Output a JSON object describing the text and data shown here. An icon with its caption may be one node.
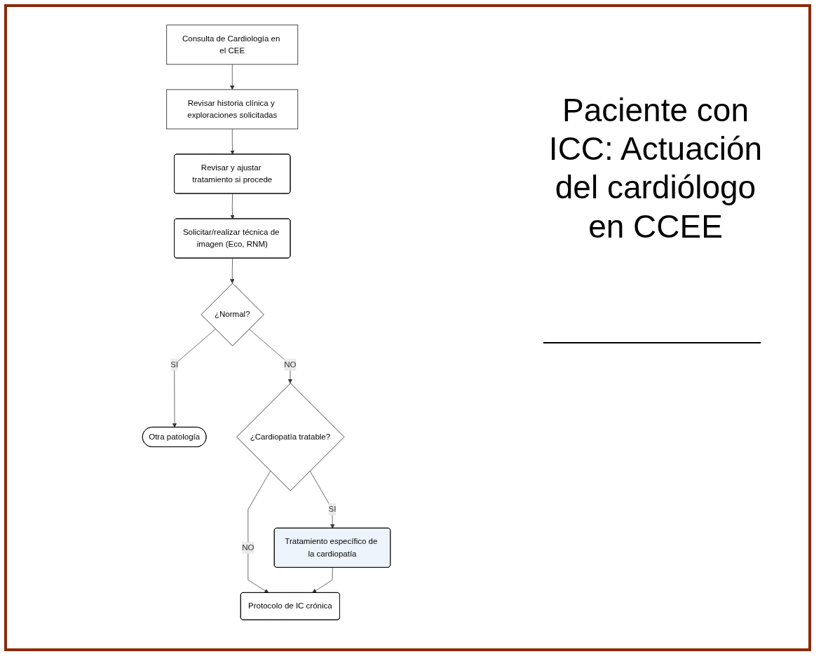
{
  "diagram": {
    "title": "Paciente con ICC: Actuación del cardiólogo en CCEE",
    "nodes": [
      {
        "text": [
          "Consulta de Cardiología en el CEE"
        ]
      },
      {
        "text": [
          "Revisar historia clínica y exploraciones solicitadas"
        ]
      },
      {
        "text": [
          "Revisar y ajustar tratamiento si procede"
        ]
      },
      {
        "text": [
          "Solicitar/realizar técnica de imagen (Eco, RNM)"
        ]
      },
      {
        "text": [
          "¿Normal?"
        ]
      },
      {
        "text": [
          "Otra patología"
        ]
      },
      {
        "text": [
          "¿Cardiopatía tratable?"
        ]
      },
      {
        "text": [
          "Protocolo de IC crónica"
        ]
      },
      {
        "text": [
          "Tratamiento específico de la cardiopatía"
        ]
      }
    ],
    "edges": [
      {
        "from": 0,
        "to": 1,
        "arrow": "to"
      },
      {
        "from": 1,
        "to": 2,
        "arrow": "to"
      },
      {
        "from": 2,
        "to": 3,
        "arrow": "to"
      },
      {
        "from": 3,
        "to": 4,
        "arrow": "to"
      },
      {
        "from": 4,
        "to": 5,
        "label": "SI",
        "arrow": "to"
      },
      {
        "from": 4,
        "to": 6,
        "label": "NO",
        "arrow": "to"
      },
      {
        "from": 6,
        "to": 7,
        "label": "NO",
        "arrow": "to"
      },
      {
        "from": 6,
        "to": 8,
        "label": "SI",
        "arrow": "to"
      },
      {
        "from": 8,
        "to": 7,
        "arrow": "to"
      }
    ]
  }
}
